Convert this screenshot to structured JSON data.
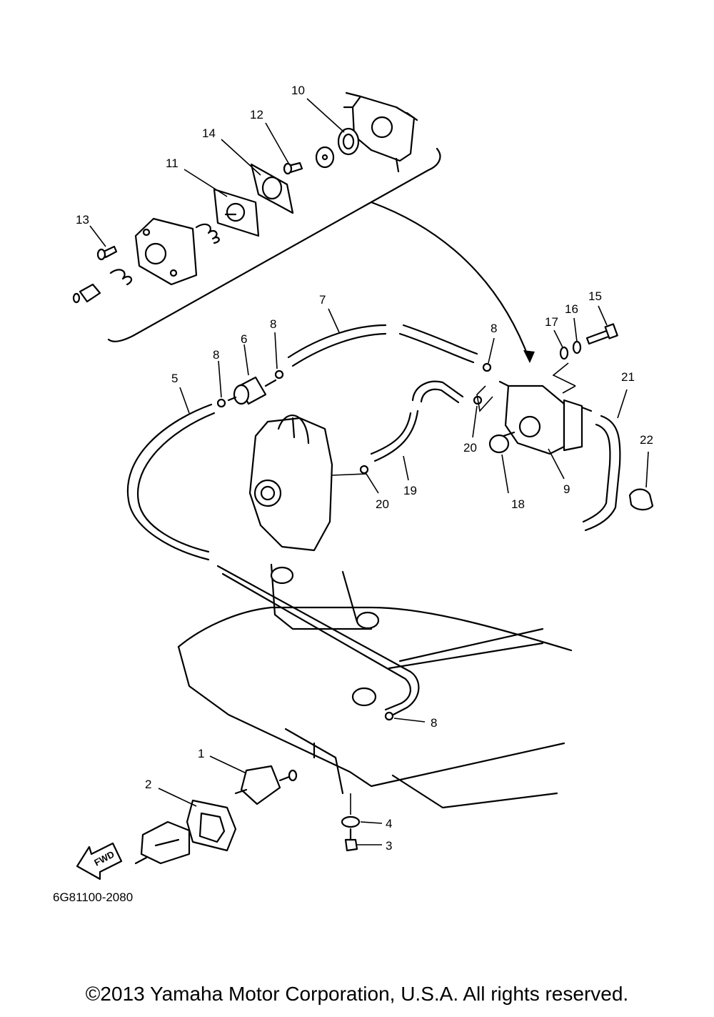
{
  "diagram": {
    "callouts": [
      "1",
      "2",
      "3",
      "4",
      "5",
      "6",
      "7",
      "8",
      "9",
      "10",
      "11",
      "12",
      "13",
      "14",
      "15",
      "16",
      "17",
      "18",
      "19",
      "20",
      "21",
      "22"
    ],
    "extra_callouts": {
      "eight": "8",
      "twenty": "20"
    },
    "fwd_label": "FWD",
    "part_code": "6G81100-2080"
  },
  "footer": {
    "copyright": "©2013 Yamaha Motor Corporation, U.S.A. All rights reserved."
  }
}
